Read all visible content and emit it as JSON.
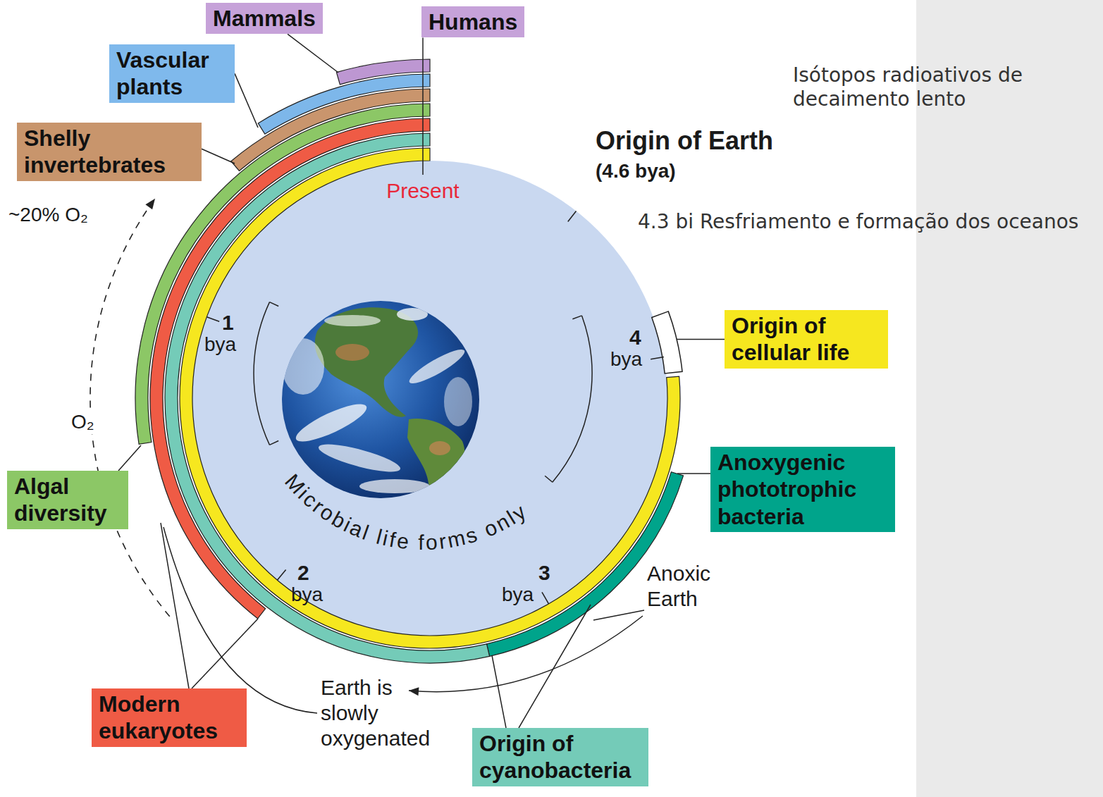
{
  "diagram": {
    "nodes": [
      {
        "text": [
          "Mammals"
        ]
      },
      {
        "text": [
          "Humans"
        ]
      },
      {
        "text": [
          "Vascular plants"
        ]
      },
      {
        "text": [
          "Shelly invertebrates"
        ]
      },
      {
        "text": [
          "Origin of cellular life"
        ]
      },
      {
        "text": [
          "Anoxygenic phototrophic bacteria"
        ]
      },
      {
        "text": [
          "Algal diversity"
        ]
      },
      {
        "text": [
          "Modern eukaryotes"
        ]
      },
      {
        "text": [
          "Origin of cyanobacteria"
        ]
      }
    ],
    "labels": [
      "Isótopos radioativos de decaimento lento",
      "Origin of Earth",
      "(4.6 bya)",
      "4.3 bi Resfriamento e formação dos oceanos",
      "Present",
      "~20% O₂",
      "O₂",
      "1",
      "bya",
      "2",
      "bya",
      "3",
      "bya",
      "4",
      "bya",
      "Anoxic Earth",
      "Earth is slowly oxygenated",
      "Microbial life forms only"
    ]
  }
}
